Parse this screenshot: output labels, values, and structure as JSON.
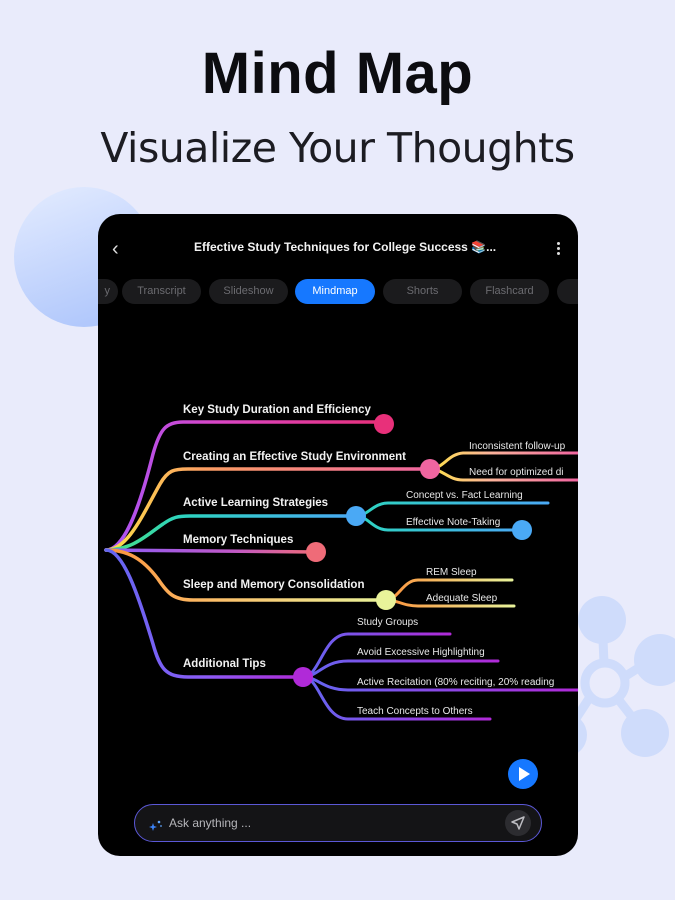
{
  "hero": {
    "title": "Mind Map",
    "subtitle": "Visualize Your Thoughts"
  },
  "app": {
    "back_icon": "chevron-left-icon",
    "title": "Effective Study Techniques for College Success 📚...",
    "menu_icon": "more-vertical-icon"
  },
  "tabs": [
    {
      "label": "y",
      "active": false
    },
    {
      "label": "Transcript",
      "active": false
    },
    {
      "label": "Slideshow",
      "active": false
    },
    {
      "label": "Mindmap",
      "active": true
    },
    {
      "label": "Shorts",
      "active": false
    },
    {
      "label": "Flashcard",
      "active": false
    },
    {
      "label": "",
      "active": false
    }
  ],
  "mindmap": {
    "branches": [
      {
        "label": "Key Study Duration and Efficiency",
        "color": "#e8307a",
        "children": []
      },
      {
        "label": "Creating an Effective Study Environment",
        "color": "#f065a0",
        "children": [
          {
            "label": "Inconsistent follow-up"
          },
          {
            "label": "Need for optimized di"
          }
        ]
      },
      {
        "label": "Active Learning Strategies",
        "color": "#4aa9f5",
        "children": [
          {
            "label": "Concept vs. Fact Learning"
          },
          {
            "label": "Effective Note-Taking"
          }
        ]
      },
      {
        "label": "Memory Techniques",
        "color": "#ef6b78",
        "children": []
      },
      {
        "label": "Sleep and Memory Consolidation",
        "color": "#e9f39a",
        "children": [
          {
            "label": "REM Sleep"
          },
          {
            "label": "Adequate Sleep"
          }
        ]
      },
      {
        "label": "Additional Tips",
        "color": "#b02ad8",
        "children": [
          {
            "label": "Study Groups"
          },
          {
            "label": "Avoid Excessive Highlighting"
          },
          {
            "label": "Active Recitation (80% reciting, 20% reading"
          },
          {
            "label": "Teach Concepts to Others"
          }
        ]
      }
    ]
  },
  "chat": {
    "placeholder": "Ask anything ...",
    "sparkle_icon": "sparkle-icon",
    "send_icon": "send-icon",
    "play_icon": "play-icon"
  },
  "colors": {
    "accent": "#1678ff",
    "background": "#e9ebfb",
    "device": "#000000",
    "input_border": "#5b58d6"
  }
}
